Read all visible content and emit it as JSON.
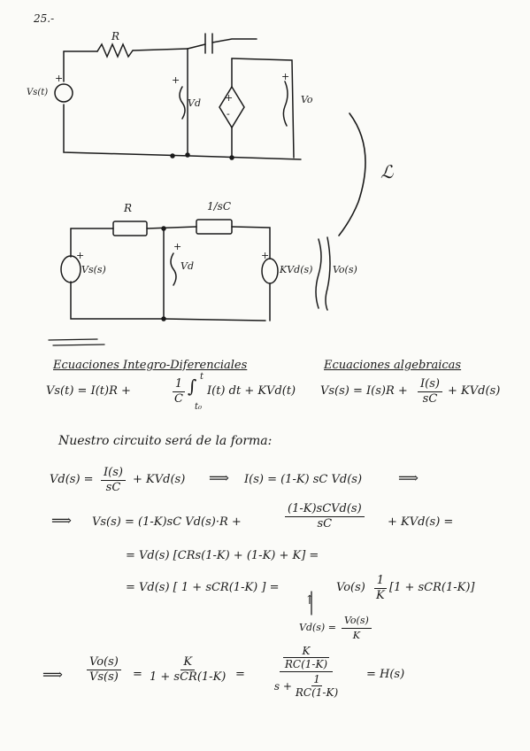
{
  "problem_number": "25.-",
  "circuit_time": {
    "R": "R",
    "source": "Vs(t)",
    "vd": "Vd",
    "vo": "Vo",
    "plus": "+",
    "minus": "-"
  },
  "laplace_symbol": "ℒ",
  "circuit_s": {
    "R": "R",
    "C": "1/sC",
    "source": "Vs(s)",
    "vd": "Vd",
    "dep_source": "KVd(s)",
    "vo": "Vo(s)",
    "plus": "+"
  },
  "headings": {
    "left": "Ecuaciones Integro-Diferenciales",
    "right": "Ecuaciones algebraicas"
  },
  "equations": {
    "integro": "Vs(t) = I(t)R + ",
    "integro_frac_num": "1",
    "integro_frac_den": "C",
    "integro_int": "∫",
    "integro_int_upper": "t",
    "integro_int_lower": "t₀",
    "integro_tail": "I(t) dt + KVd(t)",
    "alg_head": "Vs(s) = I(s)R + ",
    "alg_frac_num": "I(s)",
    "alg_frac_den": "sC",
    "alg_tail": "+ KVd(s)",
    "form_text": "Nuestro circuito será de la forma:",
    "vd_lhs": "Vd(s) =",
    "vd_frac_num": "I(s)",
    "vd_frac_den": "sC",
    "vd_tail": "+ KVd(s)",
    "arrow1": "⟹",
    "is_expr": "I(s) = (1-K) sC Vd(s)",
    "arrow2": "⟹",
    "arrow3": "⟹",
    "vs_line": "Vs(s) = (1-K)sC Vd(s)·R +",
    "vs_frac_num": "(1-K)sCVd(s)",
    "vs_frac_den": "sC",
    "vs_tail": "+ KVd(s) =",
    "eq3": "= Vd(s) [CRs(1-K) + (1-K) + K] =",
    "eq4": "= Vd(s) [ 1 + sCR(1-K) ] =",
    "eq4_right": "Vo(s)",
    "eq4_frac_num": "1",
    "eq4_frac_den": "K",
    "eq4_bracket": "[1 + sCR(1-K)]",
    "up_arrow": "↑",
    "vd_sub": "Vd(s) =",
    "vd_sub_num": "Vo(s)",
    "vd_sub_den": "K",
    "final_arrow": "⟹",
    "final_lhs_num": "Vo(s)",
    "final_lhs_den": "Vs(s)",
    "eq_sign": "=",
    "final_mid_num": "K",
    "final_mid_den": "1 + sCR(1-K)",
    "eq_sign2": "=",
    "final_r_num": "K",
    "final_r_num2": "RC(1-K)",
    "final_r_den": "s +",
    "final_r_den_num": "1",
    "final_r_den_den": "RC(1-K)",
    "final_result": "= H(s)"
  }
}
